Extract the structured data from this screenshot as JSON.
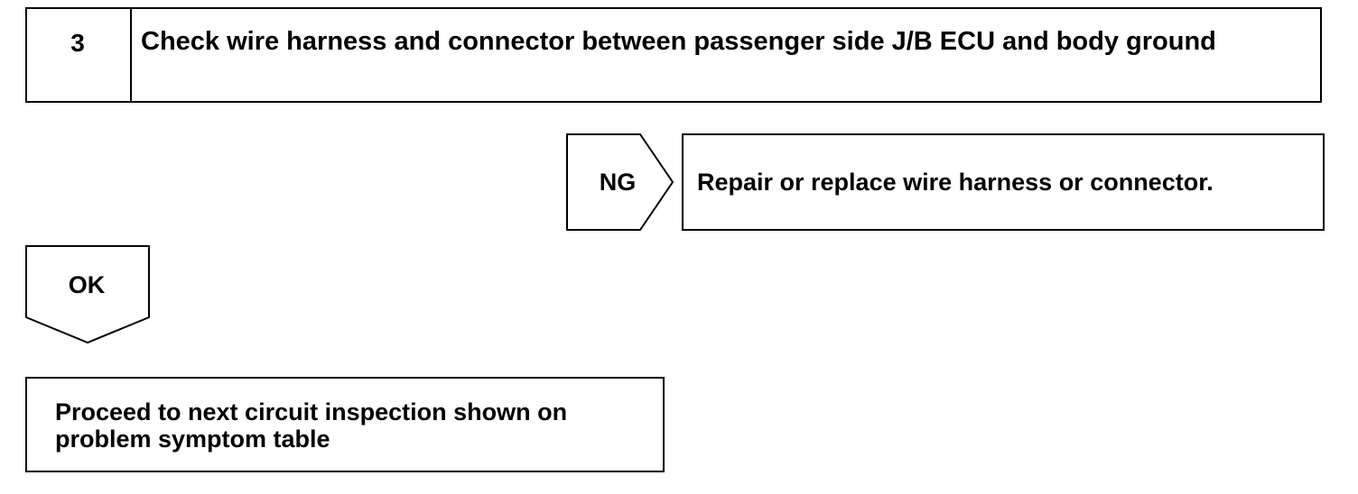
{
  "step": {
    "number": "3",
    "title": "Check wire harness and connector between passenger side J/B ECU and body ground"
  },
  "ng_branch": {
    "label": "NG",
    "action": "Repair or replace wire harness or connector."
  },
  "ok_branch": {
    "label": "OK",
    "action": "Proceed to next circuit inspection shown on problem symptom table"
  }
}
